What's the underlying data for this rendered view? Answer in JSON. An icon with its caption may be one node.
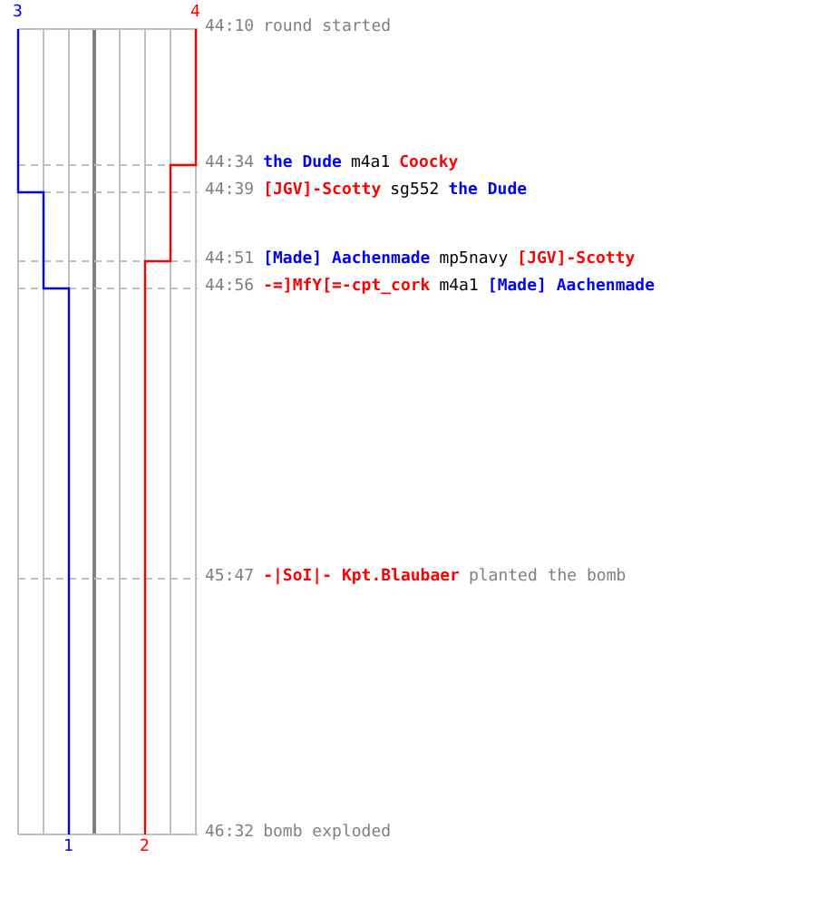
{
  "diagram": {
    "labels": [
      "3",
      "4",
      "44:10",
      "round started",
      "44:34",
      "the Dude",
      "m4a1",
      "Coocky",
      "44:39",
      "[JGV]-Scotty",
      "sg552",
      "the Dude",
      "44:51",
      "[Made] Aachenmade",
      "mp5navy",
      "[JGV]-Scotty",
      "44:56",
      "-=]MfY[=-cpt_cork",
      "m4a1",
      "[Made] Aachenmade",
      "45:47",
      "-|SoI|- Kpt.Blaubaer",
      "planted the bomb",
      "46:32",
      "bomb exploded",
      "1",
      "2"
    ]
  }
}
